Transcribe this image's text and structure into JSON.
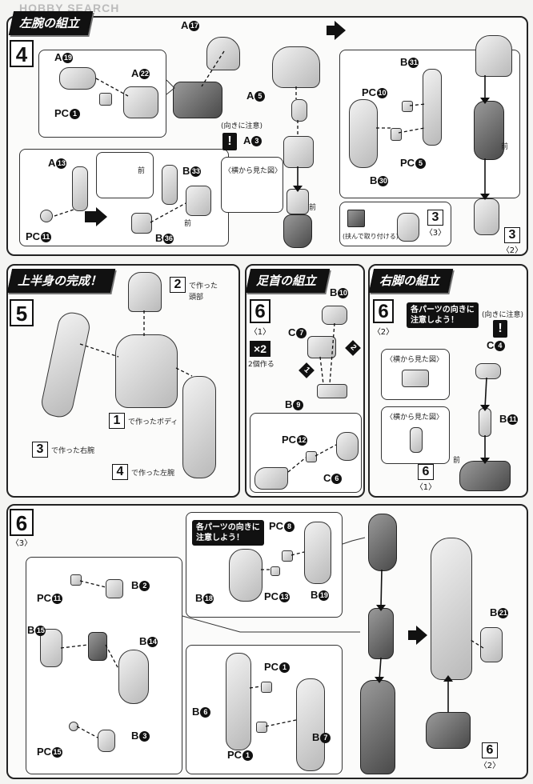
{
  "watermark": "HOBBY SEARCH",
  "step4": {
    "number": "4",
    "banner": "左腕の組立",
    "labels": {
      "a17": "A",
      "a17n": "17",
      "a19": "A",
      "a19n": "19",
      "a22": "A",
      "a22n": "22",
      "pc1": "PC",
      "pc1n": "1",
      "a5": "A",
      "a5n": "5",
      "a3": "A",
      "a3n": "3",
      "a13": "A",
      "a13n": "13",
      "pc11": "PC",
      "pc11n": "11",
      "b33": "B",
      "b33n": "33",
      "b36": "B",
      "b36n": "36",
      "b31": "B",
      "b31n": "31",
      "pc10": "PC",
      "pc10n": "10",
      "pc5": "PC",
      "pc5n": "5",
      "b30": "B",
      "b30n": "30"
    },
    "mukini": "(向きに注意)",
    "yokokara": "〈横から見た図〉",
    "mae1": "前",
    "mae2": "前",
    "mae3": "前",
    "mae4": "前",
    "hasande": "(挟んで取り付ける)",
    "sub3": "3",
    "sub3b": "〈3〉",
    "sub3c": "3",
    "sub3d": "〈2〉"
  },
  "step5": {
    "number": "5",
    "banner": "上半身の完成！",
    "head_num": "2",
    "head_txt1": "で作った",
    "head_txt2": "頭部",
    "body_num": "1",
    "body_txt": "で作ったボディ",
    "rarm_num": "3",
    "rarm_txt": "で作った右腕",
    "larm_num": "4",
    "larm_txt": "で作った左腕"
  },
  "step61": {
    "number": "6",
    "sub": "〈1〉",
    "banner": "足首の組立",
    "x2": "×2",
    "x2txt": "2個作る",
    "b10": "B",
    "b10n": "10",
    "c7": "C",
    "c7n": "7",
    "b9": "B",
    "b9n": "9",
    "pc12": "PC",
    "pc12n": "12",
    "c6": "C",
    "c6n": "6",
    "o1": "1",
    "o2": "2"
  },
  "step62": {
    "number": "6",
    "sub": "〈2〉",
    "banner": "右脚の組立",
    "warn1": "各パーツの向きに",
    "warn2": "注意しよう！",
    "mukini": "(向きに注意)",
    "c4": "C",
    "c4n": "4",
    "yoko1": "〈横から見た図〉",
    "yoko2": "〈横から見た図〉",
    "b11": "B",
    "b11n": "11",
    "mae": "前",
    "ref6": "6",
    "ref1": "〈1〉"
  },
  "step63": {
    "number": "6",
    "sub": "〈3〉",
    "warn1": "各パーツの向きに",
    "warn2": "注意しよう！",
    "pc8": "PC",
    "pc8n": "8",
    "pc13": "PC",
    "pc13n": "13",
    "b18": "B",
    "b18n": "18",
    "b19": "B",
    "b19n": "19",
    "pc11": "PC",
    "pc11n": "11",
    "b2": "B",
    "b2n": "2",
    "b15": "B",
    "b15n": "15",
    "b14": "B",
    "b14n": "14",
    "pc15": "PC",
    "pc15n": "15",
    "b3": "B",
    "b3n": "3",
    "pc1a": "PC",
    "pc1an": "1",
    "pc1b": "PC",
    "pc1bn": "1",
    "b6": "B",
    "b6n": "6",
    "b7": "B",
    "b7n": "7",
    "b21": "B",
    "b21n": "21",
    "ref6": "6",
    "ref2": "〈2〉"
  }
}
